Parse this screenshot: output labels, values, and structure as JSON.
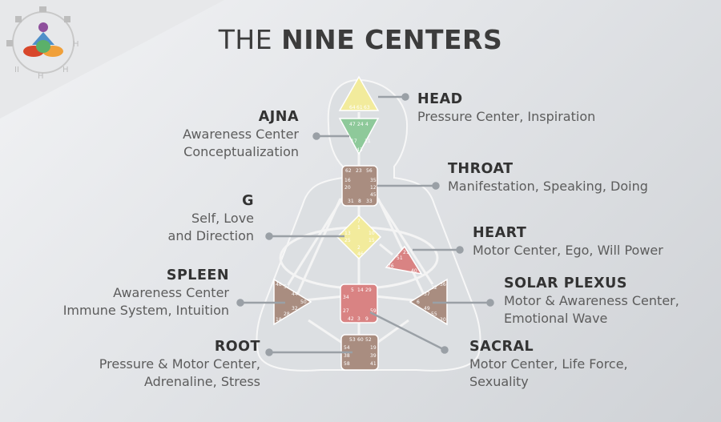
{
  "title": {
    "light": "THE",
    "bold": "NINE CENTERS"
  },
  "centers": {
    "head": {
      "name": "HEAD",
      "desc1": "Pressure Center, Inspiration",
      "desc2": "",
      "gates": [
        "64",
        "61",
        "63"
      ],
      "color": "#f2eb9c"
    },
    "ajna": {
      "name": "AJNA",
      "desc1": "Awareness Center",
      "desc2": "Conceptualization",
      "gates": [
        "47",
        "24",
        "4",
        "17",
        "11",
        "43"
      ],
      "color": "#8ec99a"
    },
    "throat": {
      "name": "THROAT",
      "desc1": "Manifestation, Speaking, Doing",
      "desc2": "",
      "gates": [
        "62",
        "23",
        "56",
        "16",
        "35",
        "20",
        "12",
        "45",
        "31",
        "8",
        "33"
      ],
      "color": "#a98d80"
    },
    "g": {
      "name": "G",
      "desc1": "Self, Love",
      "desc2": "and Direction",
      "gates": [
        "7",
        "1",
        "13",
        "10",
        "25",
        "15",
        "2",
        "46"
      ],
      "color": "#f2eb9c"
    },
    "heart": {
      "name": "HEART",
      "desc1": "Motor Center, Ego, Will Power",
      "desc2": "",
      "gates": [
        "21",
        "51",
        "26",
        "40"
      ],
      "color": "#d98383"
    },
    "spleen": {
      "name": "SPLEEN",
      "desc1": "Awareness Center",
      "desc2": "Immune System, Intuition",
      "gates": [
        "48",
        "57",
        "44",
        "50",
        "32",
        "28",
        "18"
      ],
      "color": "#a98d80"
    },
    "solar": {
      "name": "SOLAR PLEXUS",
      "desc1": "Motor & Awareness Center,",
      "desc2": "Emotional Wave",
      "gates": [
        "36",
        "22",
        "37",
        "6",
        "49",
        "55",
        "30"
      ],
      "color": "#a98d80"
    },
    "root": {
      "name": "ROOT",
      "desc1": "Pressure & Motor Center,",
      "desc2": "Adrenaline, Stress",
      "gates": [
        "53",
        "60",
        "52",
        "54",
        "19",
        "38",
        "39",
        "58",
        "41"
      ],
      "color": "#a98d80"
    },
    "sacral": {
      "name": "SACRAL",
      "desc1": "Motor Center, Life Force,",
      "desc2": "Sexuality",
      "gates": [
        "5",
        "14",
        "29",
        "34",
        "27",
        "59",
        "42",
        "3",
        "9"
      ],
      "color": "#d98383"
    }
  },
  "colors": {
    "background": "#e4e6e9",
    "body": "#d8dbde",
    "connector": "#9aa0a6"
  },
  "logo": {
    "icon": "human-design-logo-icon",
    "glyphs": [
      "▫",
      "◾",
      "▪",
      "H",
      "H",
      "II",
      "H",
      "◾"
    ]
  }
}
